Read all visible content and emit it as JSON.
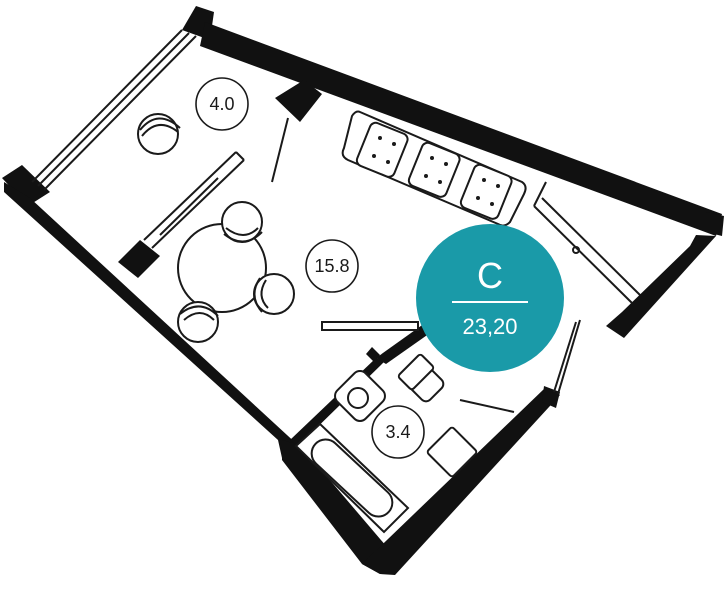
{
  "plan": {
    "unit_type": "C",
    "total_area": "23,20",
    "badge_color": "#1a9aa8",
    "rooms": [
      {
        "id": "balcony",
        "area": "4.0"
      },
      {
        "id": "living-room",
        "area": "15.8"
      },
      {
        "id": "bathroom",
        "area": "3.4"
      }
    ]
  }
}
